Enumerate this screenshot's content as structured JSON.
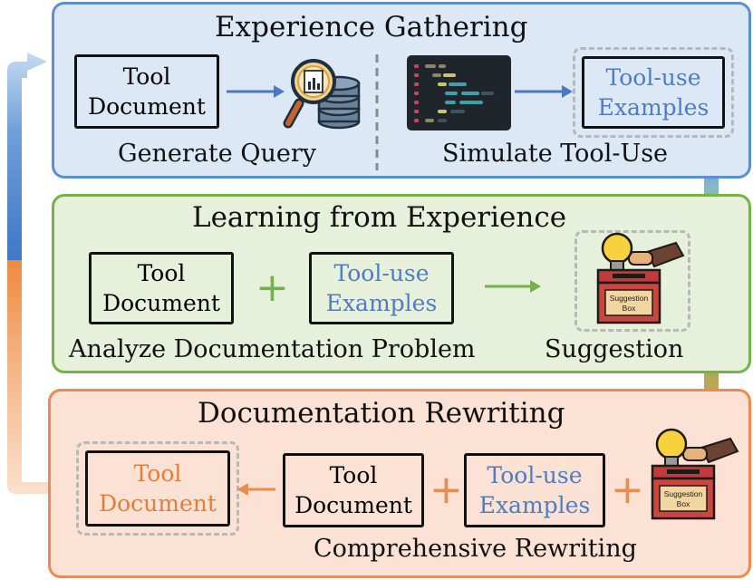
{
  "stages": [
    {
      "title": "Experience Gathering",
      "input_doc": [
        "Tool",
        "Document"
      ],
      "left_caption": "Generate Query",
      "output": [
        "Tool-use",
        "Examples"
      ],
      "right_caption": "Simulate Tool-Use"
    },
    {
      "title": "Learning from Experience",
      "doc": [
        "Tool",
        "Document"
      ],
      "examples": [
        "Tool-use",
        "Examples"
      ],
      "left_caption": "Analyze Documentation Problem",
      "right_caption": "Suggestion",
      "box_label": [
        "Suggestion",
        "Box"
      ]
    },
    {
      "title": "Documentation Rewriting",
      "result": [
        "Tool",
        "Document"
      ],
      "doc": [
        "Tool",
        "Document"
      ],
      "examples": [
        "Tool-use",
        "Examples"
      ],
      "caption": "Comprehensive Rewriting",
      "box_label": [
        "Suggestion",
        "Box"
      ]
    }
  ],
  "colors": {
    "blue": "#5b8fcf",
    "green": "#76b14a",
    "orange": "#ee8a4a",
    "blue_text": "#4f7cc4",
    "orange_text": "#e77c36"
  },
  "icons": [
    "magnifier-database-icon",
    "code-editor-icon",
    "suggestion-box-icon",
    "plus-icon",
    "arrow-icon"
  ]
}
